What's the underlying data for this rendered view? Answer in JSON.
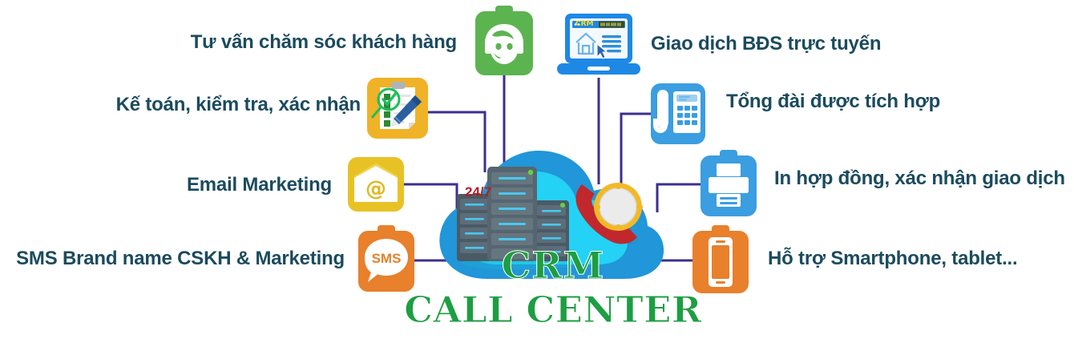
{
  "diagram": {
    "center": {
      "title": "CRM",
      "subtitle": "CALL CENTER",
      "badge": "24/7",
      "browser_label": "CRM",
      "cloud_color": "#2196d8",
      "cloud_inner_color": "#23d2f5",
      "green_color": "#1d9e42",
      "text_color": "#1b4b5e",
      "connector_color": "#3b2f8f"
    },
    "nodes": [
      {
        "id": "customer-care",
        "label": "Tư vấn chăm sóc khách hàng",
        "icon": "headset-icon",
        "side": "top-left",
        "color": "#5cb450"
      },
      {
        "id": "online-realestate",
        "label": "Giao dịch BĐS trực tuyến",
        "icon": "laptop-browser-icon",
        "side": "top-right",
        "color": "#1e88e5"
      },
      {
        "id": "accounting",
        "label": "Kế toán, kiểm tra, xác nhận",
        "icon": "clipboard-checklist-icon",
        "side": "left",
        "color": "#f0b227"
      },
      {
        "id": "switchboard",
        "label": "Tổng đài được tích hợp",
        "icon": "desk-phone-icon",
        "side": "right",
        "color": "#3a9ee0"
      },
      {
        "id": "email-marketing",
        "label": "Email Marketing",
        "icon": "envelope-at-icon",
        "side": "left",
        "color": "#e8c225"
      },
      {
        "id": "print-contract",
        "label": "In hợp đồng, xác nhận giao dịch",
        "icon": "printer-icon",
        "side": "right",
        "color": "#3a9ee0"
      },
      {
        "id": "sms-brandname",
        "label": "SMS Brand name CSKH & Marketing",
        "icon": "sms-bubble-icon",
        "side": "left",
        "color": "#e8802c",
        "icon_text": "SMS"
      },
      {
        "id": "mobile-support",
        "label": "Hỗ trợ Smartphone, tablet...",
        "icon": "smartphone-icon",
        "side": "right",
        "color": "#e8802c"
      }
    ]
  }
}
